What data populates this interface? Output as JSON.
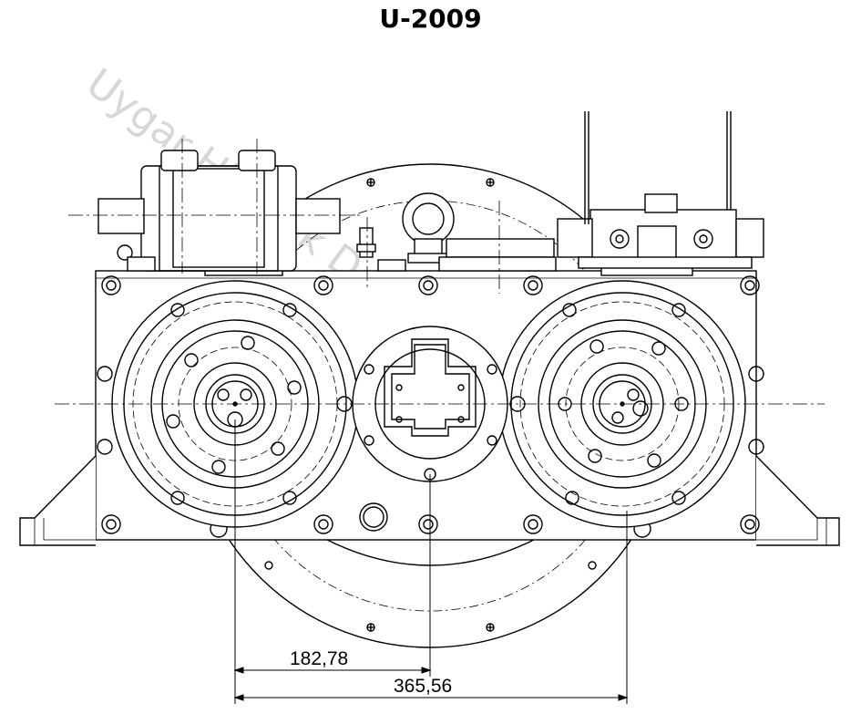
{
  "title": "U-2009",
  "watermark": "Uygar Hidrolik Deniz Şanzımanları",
  "dimensions": {
    "half_center_distance": "182,78",
    "center_distance": "365,56"
  },
  "colors": {
    "line": "#000000",
    "watermark": "#d7d7d7",
    "background": "#ffffff"
  }
}
